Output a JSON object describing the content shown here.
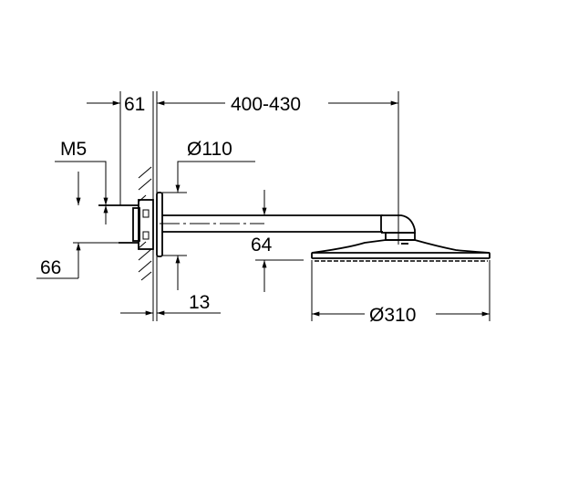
{
  "drawing": {
    "dimensions": {
      "wall_depth": "61",
      "projection": "400-430",
      "thread": "M5",
      "flange_diameter": "Ø110",
      "height": "64",
      "hole_spacing": "66",
      "flange_thickness": "13",
      "head_diameter": "Ø310"
    }
  }
}
